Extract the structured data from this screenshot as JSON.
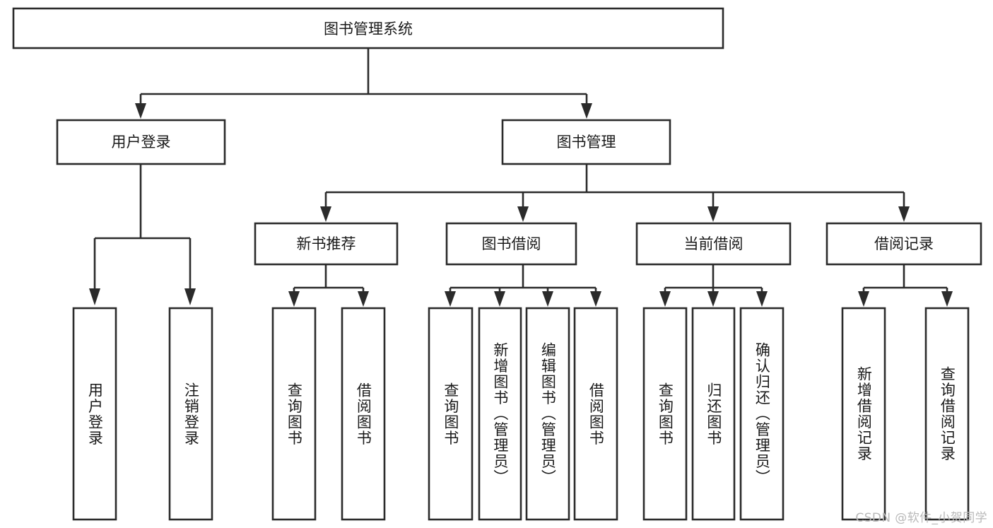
{
  "diagram": {
    "title": "图书管理系统",
    "type": "tree-hierarchy-chart",
    "root": {
      "id": "root",
      "label": "图书管理系统",
      "orientation": "horizontal"
    },
    "level2": [
      {
        "id": "user-login",
        "label": "用户登录",
        "orientation": "horizontal"
      },
      {
        "id": "book-management",
        "label": "图书管理",
        "orientation": "horizontal"
      }
    ],
    "level3": [
      {
        "id": "new-book-recommend",
        "label": "新书推荐",
        "orientation": "horizontal",
        "parent": "book-management"
      },
      {
        "id": "book-borrow",
        "label": "图书借阅",
        "orientation": "horizontal",
        "parent": "book-management"
      },
      {
        "id": "current-borrow",
        "label": "当前借阅",
        "orientation": "horizontal",
        "parent": "book-management"
      },
      {
        "id": "borrow-record",
        "label": "借阅记录",
        "orientation": "horizontal",
        "parent": "book-management"
      }
    ],
    "leaves": [
      {
        "id": "leaf-user-login",
        "label": "用户登录",
        "parent": "user-login",
        "orientation": "vertical"
      },
      {
        "id": "leaf-user-logout",
        "label": "注销登录",
        "parent": "user-login",
        "orientation": "vertical"
      },
      {
        "id": "leaf-query-book-1",
        "label": "查询图书",
        "parent": "new-book-recommend",
        "orientation": "vertical"
      },
      {
        "id": "leaf-borrow-book-1",
        "label": "借阅图书",
        "parent": "new-book-recommend",
        "orientation": "vertical"
      },
      {
        "id": "leaf-query-book-2",
        "label": "查询图书",
        "parent": "book-borrow",
        "orientation": "vertical"
      },
      {
        "id": "leaf-add-book",
        "label": "新增图书（管理员）",
        "parent": "book-borrow",
        "orientation": "vertical"
      },
      {
        "id": "leaf-edit-book",
        "label": "编辑图书（管理员）",
        "parent": "book-borrow",
        "orientation": "vertical"
      },
      {
        "id": "leaf-borrow-book-2",
        "label": "借阅图书",
        "parent": "book-borrow",
        "orientation": "vertical"
      },
      {
        "id": "leaf-query-book-3",
        "label": "查询图书",
        "parent": "current-borrow",
        "orientation": "vertical"
      },
      {
        "id": "leaf-return-book",
        "label": "归还图书",
        "parent": "current-borrow",
        "orientation": "vertical"
      },
      {
        "id": "leaf-confirm-return",
        "label": "确认归还（管理员）",
        "parent": "current-borrow",
        "orientation": "vertical"
      },
      {
        "id": "leaf-add-record",
        "label": "新增借阅记录",
        "parent": "borrow-record",
        "orientation": "vertical"
      },
      {
        "id": "leaf-query-record",
        "label": "查询借阅记录",
        "parent": "borrow-record",
        "orientation": "vertical"
      }
    ]
  },
  "watermark": {
    "text": "CSDN @软件_小贺同学"
  },
  "colors": {
    "stroke": "#2b2b2b",
    "fill": "#ffffff",
    "text": "#1a1a1a",
    "watermark": "#b9b9b9",
    "background": "#ffffff"
  }
}
